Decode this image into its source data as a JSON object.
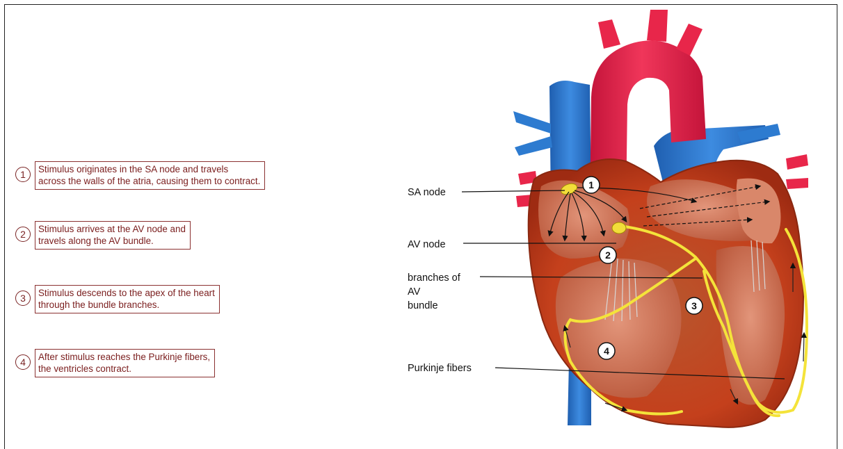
{
  "steps": [
    {
      "num": "1",
      "text": "Stimulus originates in the SA node and travels\nacross the walls of the atria, causing them to contract."
    },
    {
      "num": "2",
      "text": "Stimulus arrives at the AV node and\ntravels along the AV bundle."
    },
    {
      "num": "3",
      "text": "Stimulus descends to the apex of the heart\nthrough the bundle branches."
    },
    {
      "num": "4",
      "text": "After stimulus reaches the Purkinje fibers,\nthe ventricles contract."
    }
  ],
  "labels": {
    "sa_node": "SA node",
    "av_node": "AV node",
    "branches_1": "branches of",
    "branches_2": "AV",
    "branches_3": "bundle",
    "purkinje": "Purkinje fibers"
  },
  "markers": [
    "1",
    "2",
    "3",
    "4"
  ],
  "colors": {
    "box_border": "#8a3030",
    "box_text": "#7a1d1d",
    "aorta": "#e8264a",
    "vena_cava": "#2a74c9",
    "myocardium": "#c8441f",
    "conduction": "#f4e33a"
  }
}
